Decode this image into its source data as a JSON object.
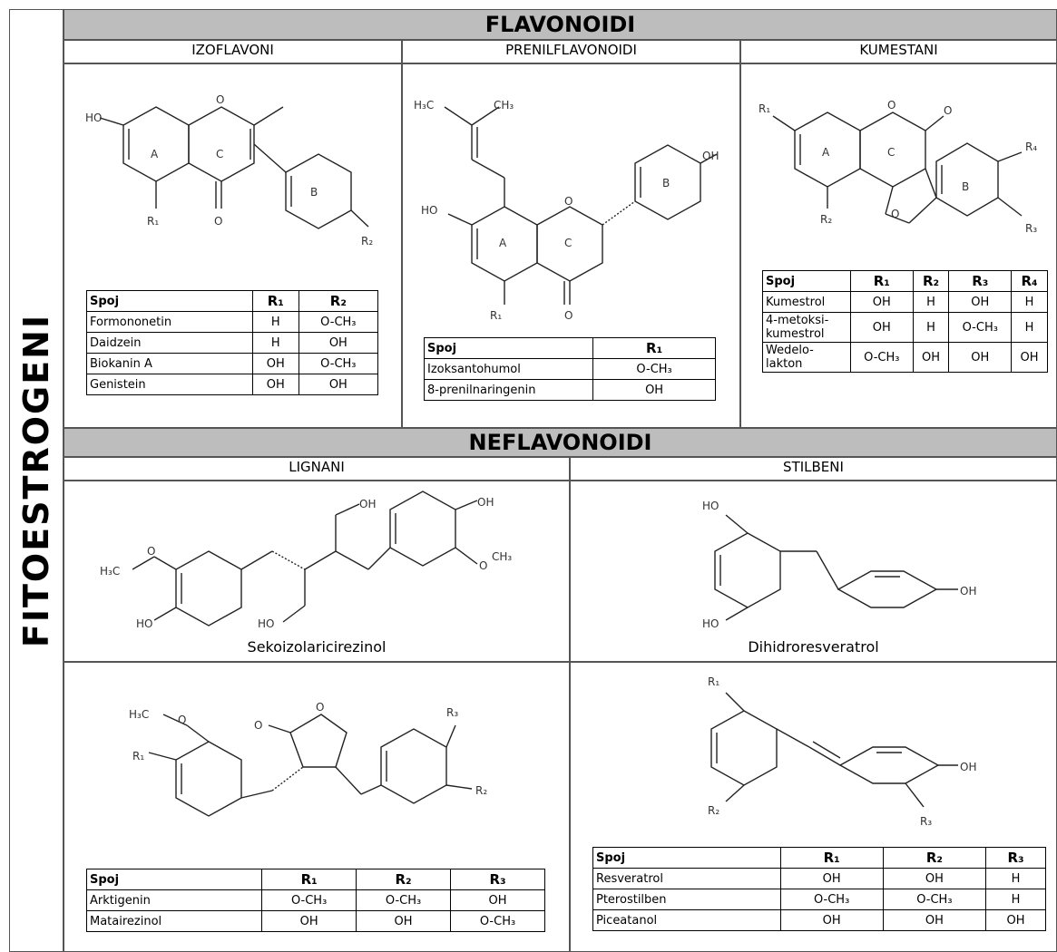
{
  "sidebar_title": "FITOESTROGENI",
  "flavonoidi": {
    "title": "FLAVONOIDI",
    "izoflavoni": {
      "title": "IZOFLAVONI",
      "headers": [
        "Spoj",
        "R₁",
        "R₂"
      ],
      "rows": [
        [
          "Formononetin",
          "H",
          "O-CH₃"
        ],
        [
          "Daidzein",
          "H",
          "OH"
        ],
        [
          "Biokanin A",
          "OH",
          "O-CH₃"
        ],
        [
          "Genistein",
          "OH",
          "OH"
        ]
      ]
    },
    "prenilflavonoidi": {
      "title": "PRENILFLAVONOIDI",
      "headers": [
        "Spoj",
        "R₁"
      ],
      "rows": [
        [
          "Izoksantohumol",
          "O-CH₃"
        ],
        [
          "8-prenilnaringenin",
          "OH"
        ]
      ]
    },
    "kumestani": {
      "title": "KUMESTANI",
      "headers": [
        "Spoj",
        "R₁",
        "R₂",
        "R₃",
        "R₄"
      ],
      "rows": [
        [
          "Kumestrol",
          "OH",
          "H",
          "OH",
          "H"
        ],
        [
          "4-metoksi-kumestrol",
          "OH",
          "H",
          "O-CH₃",
          "H"
        ],
        [
          "Wedelo-lakton",
          "O-CH₃",
          "OH",
          "OH",
          "OH"
        ]
      ]
    }
  },
  "neflavonoidi": {
    "title": "NEFLAVONOIDI",
    "lignani": {
      "title": "LIGNANI",
      "caption": "Sekoizolaricirezinol",
      "headers": [
        "Spoj",
        "R₁",
        "R₂",
        "R₃"
      ],
      "rows": [
        [
          "Arktigenin",
          "O-CH₃",
          "O-CH₃",
          "OH"
        ],
        [
          "Matairezinol",
          "OH",
          "OH",
          "O-CH₃"
        ]
      ]
    },
    "stilbeni": {
      "title": "STILBENI",
      "caption": "Dihidroresveratrol",
      "headers": [
        "Spoj",
        "R₁",
        "R₂",
        "R₃"
      ],
      "rows": [
        [
          "Resveratrol",
          "OH",
          "OH",
          "H"
        ],
        [
          "Pterostilben",
          "O-CH₃",
          "O-CH₃",
          "H"
        ],
        [
          "Piceatanol",
          "OH",
          "OH",
          "OH"
        ]
      ]
    }
  },
  "labels": {
    "ho": "HO",
    "oh": "OH",
    "o": "O",
    "h3c": "H₃C",
    "ch3": "CH₃",
    "a": "A",
    "b": "B",
    "c": "C",
    "r1": "R₁",
    "r2": "R₂",
    "r3": "R₃",
    "r4": "R₄"
  }
}
